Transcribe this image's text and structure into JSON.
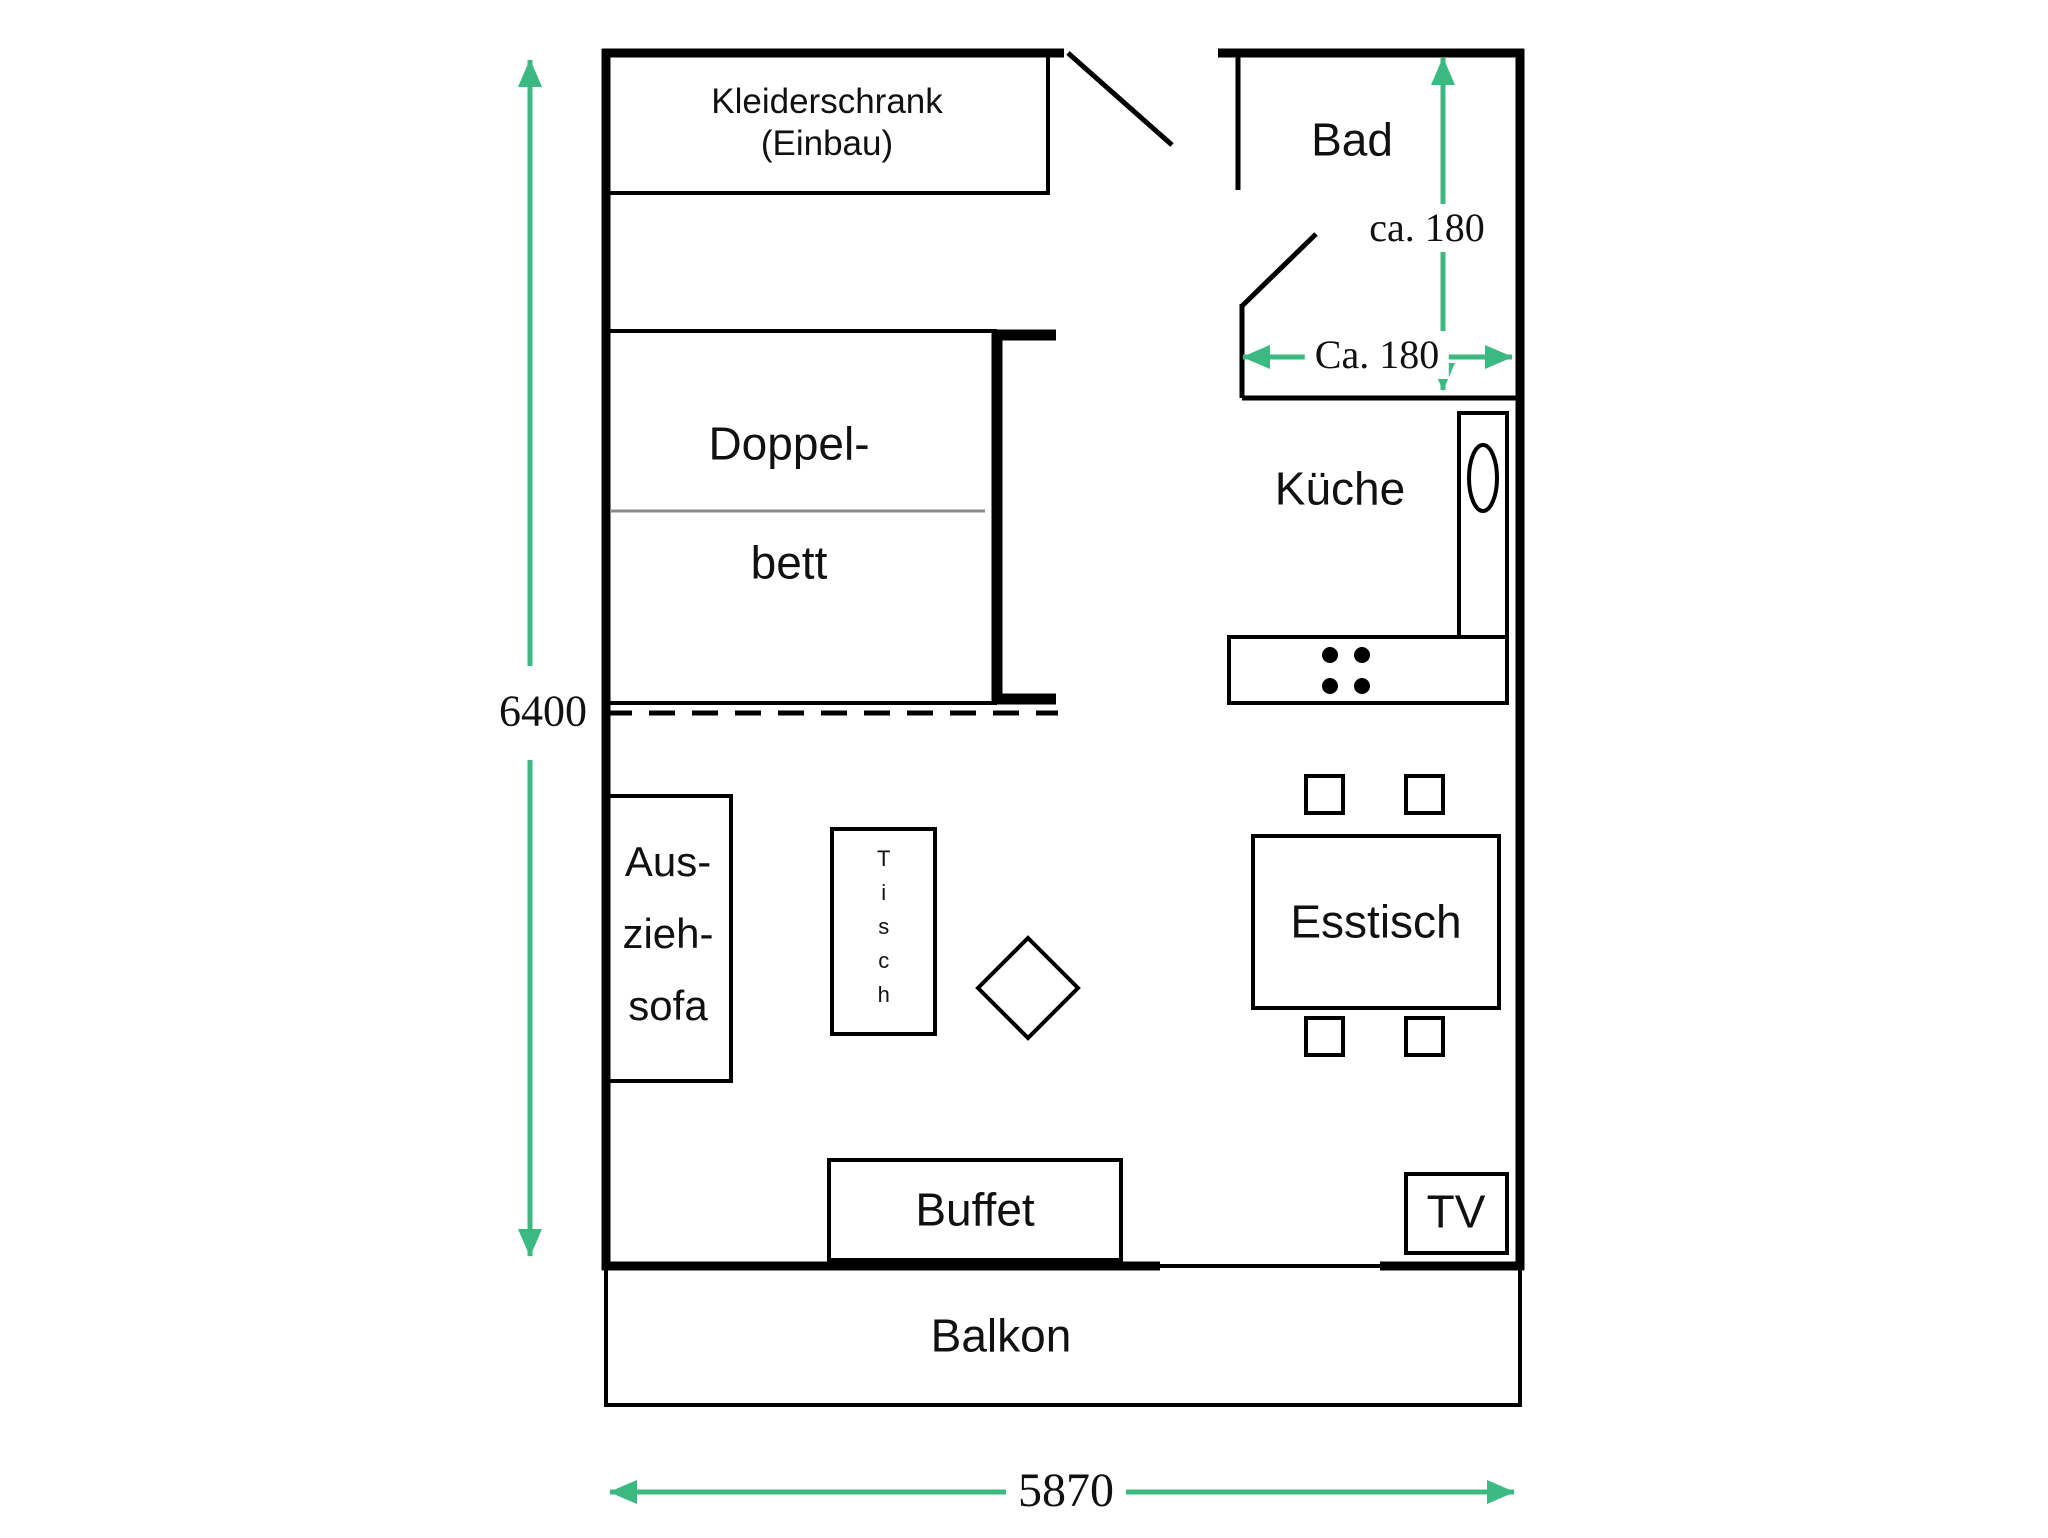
{
  "colors": {
    "accent": "#3cb881",
    "wall": "#000000",
    "background": "#ffffff"
  },
  "rooms": {
    "bad": {
      "label": "Bad"
    },
    "kueche": {
      "label": "Küche"
    },
    "balkon": {
      "label": "Balkon"
    }
  },
  "furniture": {
    "kleiderschrank": {
      "line1": "Kleiderschrank",
      "line2": "(Einbau)"
    },
    "doppelbett": {
      "line1": "Doppel-",
      "line2": "bett"
    },
    "ausziehsofa": {
      "line1": "Aus-",
      "line2": "zieh-",
      "line3": "sofa"
    },
    "tisch": {
      "label": "Tisch"
    },
    "esstisch": {
      "label": "Esstisch"
    },
    "buffet": {
      "label": "Buffet"
    },
    "tv": {
      "label": "TV"
    }
  },
  "dimensions": {
    "total_height": "6400",
    "total_width": "5870",
    "bad_height": "ca. 180",
    "bad_width": "Ca. 180"
  }
}
